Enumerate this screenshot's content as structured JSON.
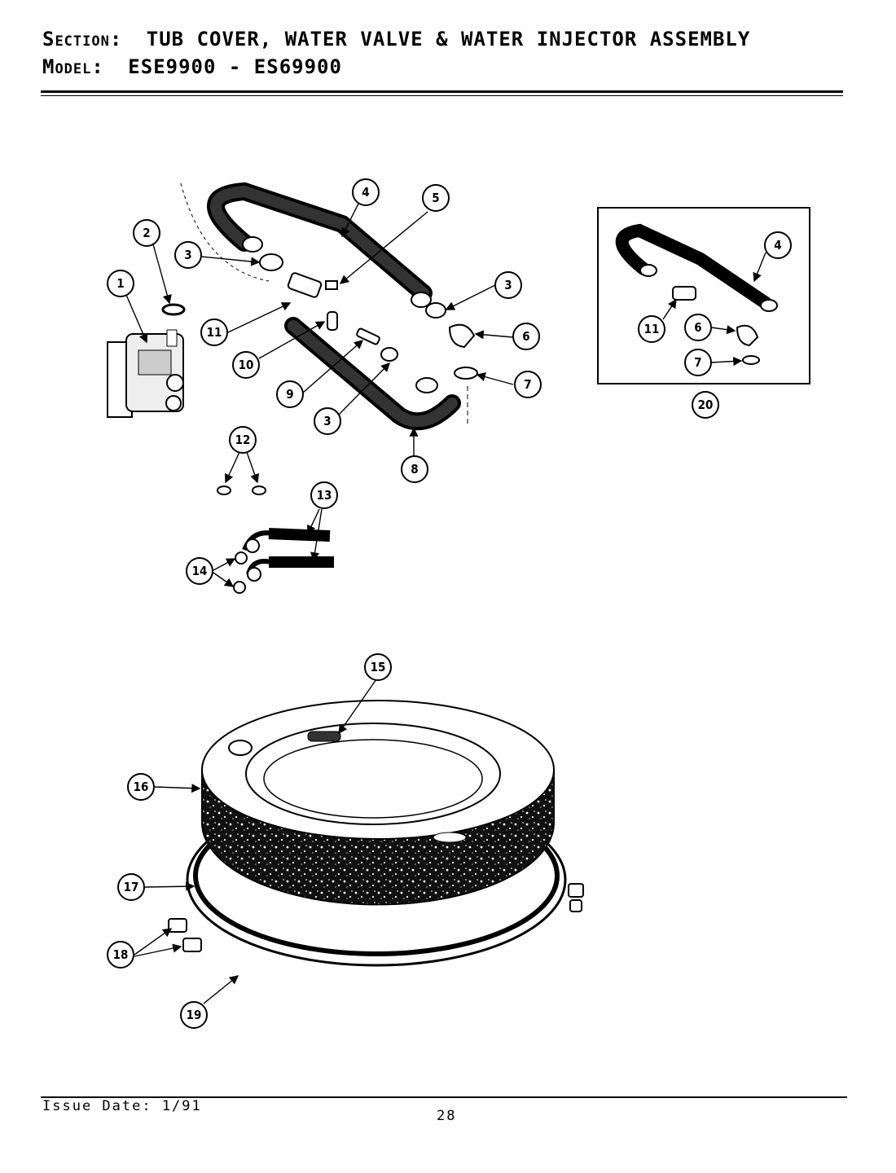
{
  "header": {
    "section_label": "Section:",
    "section_title": "TUB COVER, WATER VALVE & WATER INJECTOR ASSEMBLY",
    "model_label": "Model:",
    "model_value": "ESE9900 - ES69900"
  },
  "footer": {
    "issue_date": "Issue Date: 1/91",
    "page_number": "28"
  },
  "callouts": [
    "1",
    "2",
    "3",
    "3",
    "3",
    "4",
    "5",
    "6",
    "7",
    "8",
    "9",
    "10",
    "11",
    "12",
    "13",
    "14",
    "15",
    "16",
    "17",
    "18",
    "19",
    "4",
    "11",
    "6",
    "7",
    "20"
  ]
}
